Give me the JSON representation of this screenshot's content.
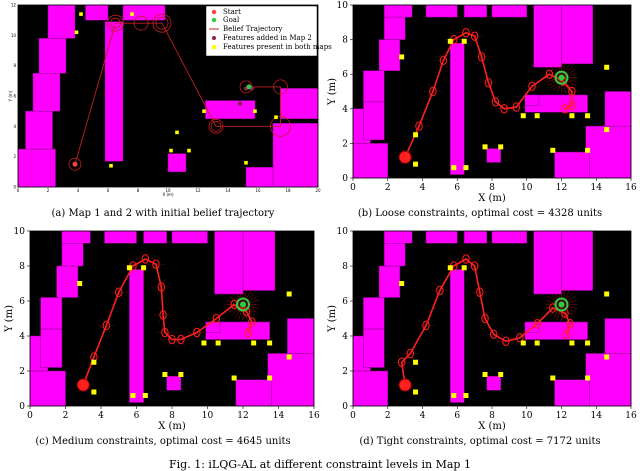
{
  "figure_caption": "Fig. 1: iLQG-AL at different constraint levels in Map 1",
  "panels": [
    {
      "id": "a",
      "caption": "(a) Map 1 and 2 with initial belief trajectory"
    },
    {
      "id": "b",
      "caption": "(b) Loose constraints, optimal cost = 4328 units"
    },
    {
      "id": "c",
      "caption": "(c) Medium constraints, optimal cost = 4645 units"
    },
    {
      "id": "d",
      "caption": "(d) Tight constraints, optimal cost = 7172 units"
    }
  ],
  "legend": {
    "start": "Start",
    "goal": "Goal",
    "belief": "Belief Trajectory",
    "features_added": "Features added in Map 2",
    "features_both": "Features present in both maps"
  },
  "axes": {
    "xlabel": "X (m)",
    "ylabel": "Y (m)",
    "xticks": [
      "0",
      "2",
      "4",
      "6",
      "8",
      "10",
      "12",
      "14",
      "16"
    ],
    "yticks": [
      "0",
      "2",
      "4",
      "6",
      "8",
      "10"
    ],
    "xlim": [
      0,
      16
    ],
    "ylim": [
      0,
      10
    ],
    "small_xticks": [
      "0",
      "2",
      "4",
      "6",
      "8",
      "10",
      "12",
      "14",
      "16",
      "18",
      "20"
    ],
    "small_yticks": [
      "0",
      "2",
      "4",
      "6",
      "8",
      "10",
      "12"
    ],
    "small_xlabel": "X (m)",
    "small_ylabel": "Y (m)"
  },
  "colors": {
    "background": "#000000",
    "obstacle": "#ff00ff",
    "trajectory": "#ff2020",
    "feature": "#ffff00",
    "goal": "#2ecc40"
  },
  "chart_data": [
    {
      "type": "scatter",
      "title": "",
      "xlabel": "X (m)",
      "ylabel": "Y (m)",
      "xlim": [
        0,
        20
      ],
      "ylim": [
        0,
        12
      ],
      "series": [
        {
          "name": "Belief Trajectory",
          "x": [
            3.8,
            6.5,
            6.5,
            8.2,
            9.6,
            9.6,
            13.2,
            13.2,
            17.5,
            17.5,
            15.2
          ],
          "y": [
            1.5,
            10.8,
            10.8,
            10.8,
            10.8,
            10.8,
            4.0,
            4.0,
            4.0,
            6.6,
            6.6
          ]
        }
      ]
    },
    {
      "type": "line",
      "title": "",
      "xlabel": "X (m)",
      "ylabel": "Y (m)",
      "xlim": [
        0,
        16
      ],
      "ylim": [
        0,
        10
      ],
      "start": [
        3,
        1.2
      ],
      "goal": [
        12,
        5.8
      ],
      "series": [
        {
          "name": "Belief Trajectory",
          "x": [
            3.0,
            3.8,
            4.6,
            5.2,
            5.8,
            6.5,
            7.0,
            7.4,
            7.8,
            8.2,
            8.7,
            9.4,
            10.3,
            11.3,
            12.1,
            12.6,
            12.6,
            12.2
          ],
          "y": [
            1.2,
            3.0,
            5.0,
            6.8,
            8.0,
            8.4,
            8.2,
            7.0,
            5.5,
            4.4,
            4.0,
            4.1,
            5.3,
            6.0,
            5.6,
            5.0,
            4.2,
            4.0
          ]
        }
      ]
    },
    {
      "type": "line",
      "title": "",
      "xlabel": "X (m)",
      "ylabel": "Y (m)",
      "xlim": [
        0,
        16
      ],
      "ylim": [
        0,
        10
      ],
      "start": [
        3,
        1.2
      ],
      "goal": [
        12,
        5.8
      ],
      "series": [
        {
          "name": "Belief Trajectory",
          "x": [
            3.0,
            3.6,
            4.3,
            5.0,
            5.8,
            6.5,
            7.1,
            7.4,
            7.5,
            7.6,
            8.0,
            8.5,
            9.4,
            10.5,
            11.5,
            12.2,
            12.5,
            12.3
          ],
          "y": [
            1.2,
            2.8,
            4.6,
            6.5,
            8.0,
            8.4,
            8.1,
            6.8,
            5.2,
            4.2,
            3.8,
            3.8,
            4.2,
            5.0,
            5.8,
            5.4,
            4.8,
            4.2
          ]
        }
      ]
    },
    {
      "type": "line",
      "title": "",
      "xlabel": "X (m)",
      "ylabel": "Y (m)",
      "xlim": [
        0,
        16
      ],
      "ylim": [
        0,
        10
      ],
      "start": [
        3,
        1.2
      ],
      "goal": [
        12,
        5.8
      ],
      "series": [
        {
          "name": "Belief Trajectory",
          "x": [
            3.0,
            2.8,
            3.3,
            4.2,
            5.0,
            5.8,
            6.5,
            7.0,
            7.3,
            7.6,
            8.1,
            8.8,
            9.6,
            10.6,
            11.5,
            12.2,
            12.5,
            12.3
          ],
          "y": [
            1.2,
            2.5,
            3.0,
            4.6,
            6.6,
            8.0,
            8.4,
            8.0,
            6.5,
            5.0,
            4.1,
            3.7,
            3.9,
            4.7,
            5.6,
            5.3,
            4.7,
            4.1
          ]
        }
      ]
    }
  ]
}
